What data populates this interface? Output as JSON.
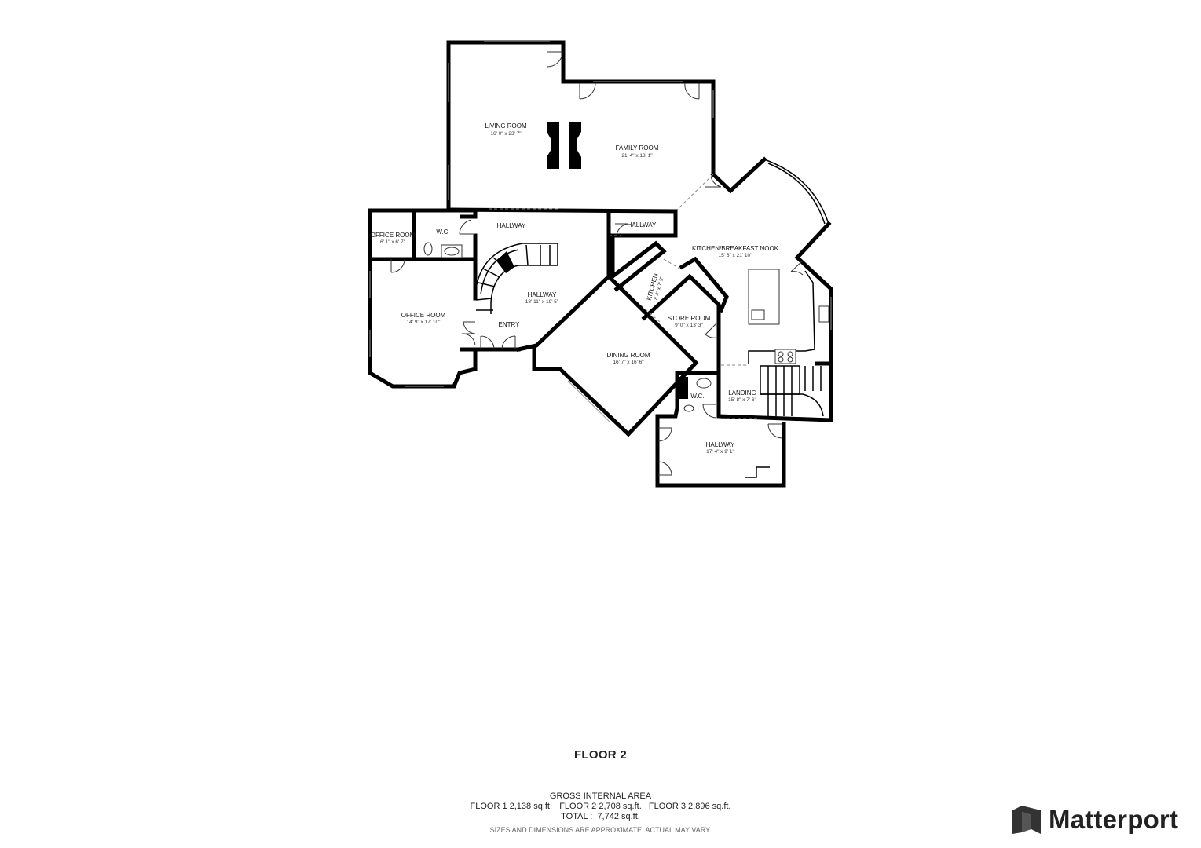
{
  "rooms": {
    "living_room": {
      "name": "LIVING ROOM",
      "dims": "16' 0\" x 23' 7\""
    },
    "family_room": {
      "name": "FAMILY ROOM",
      "dims": "21' 4\" x 18' 1\""
    },
    "hallway_top_left": {
      "name": "HALLWAY"
    },
    "hallway_top_right": {
      "name": "HALLWAY"
    },
    "wc_top": {
      "name": "W.C."
    },
    "office_small": {
      "name": "OFFICE ROOM",
      "dims": "6' 1\" x 6' 7\""
    },
    "office_large": {
      "name": "OFFICE ROOM",
      "dims": "14' 9\" x 17' 10\""
    },
    "hallway_main": {
      "name": "HALLWAY",
      "dims": "18' 11\" x 19' 5\""
    },
    "entry": {
      "name": "ENTRY"
    },
    "kitchen_breakfast": {
      "name": "KITCHEN/BREAKFAST NOOK",
      "dims": "15' 6\" x 21' 10\""
    },
    "kitchen": {
      "name": "KITCHEN",
      "dims": "7' 4\" x 7' 9\""
    },
    "store_room": {
      "name": "STORE ROOM",
      "dims": "9' 0\" x 13' 3\""
    },
    "dining_room": {
      "name": "DINING ROOM",
      "dims": "16' 7\" x 16' 6\""
    },
    "landing": {
      "name": "LANDING",
      "dims": "15' 8\" x 7' 6\""
    },
    "wc_bottom": {
      "name": "W.C."
    },
    "hallway_bottom": {
      "name": "HALLWAY",
      "dims": "17' 4\" x 9' 1\""
    }
  },
  "floor_title": "FLOOR 2",
  "area": {
    "heading": "GROSS INTERNAL AREA",
    "floors": "FLOOR 1 2,138 sq.ft.   FLOOR 2 2,708 sq.ft.   FLOOR 3 2,896 sq.ft.",
    "total": "TOTAL :  7,742 sq.ft.",
    "disclaimer": "SIZES AND DIMENSIONS ARE APPROXIMATE, ACTUAL MAY VARY."
  },
  "brand": {
    "name": "Matterport",
    "icon": "matterport-logo-icon"
  }
}
